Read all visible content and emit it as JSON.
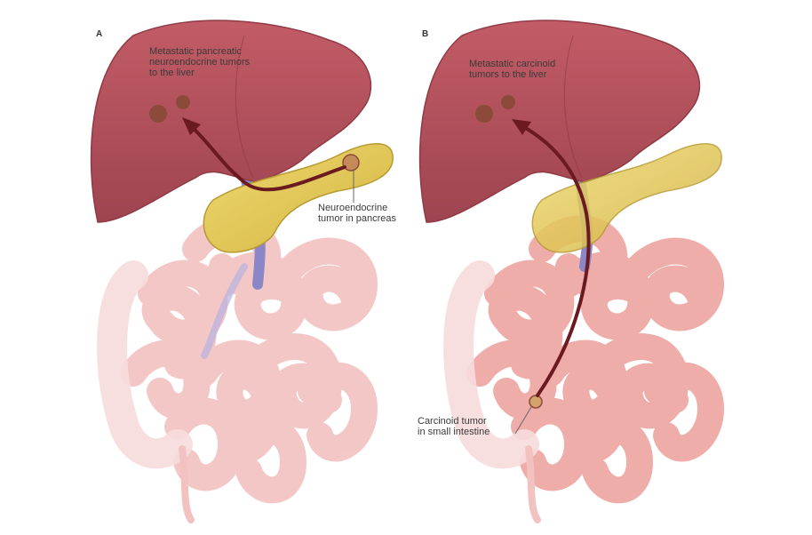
{
  "panels": [
    {
      "letter": "A",
      "liver_label": "Metastatic pancreatic\nneuroendocrine tumors\nto the liver",
      "primary_label": "Neuroendocrine\ntumor in pancreas"
    },
    {
      "letter": "B",
      "liver_label": "Metastatic carcinoid\ntumors to the liver",
      "primary_label": "Carcinoid tumor\nin small intestine"
    }
  ],
  "colors": {
    "liver": "#b6505a",
    "liver_dark": "#8f3a44",
    "pancreas": "#e6cd5a",
    "intestine": "#f2c2c0",
    "intestine_b": "#eea9a4",
    "vessel": "#8a86c8",
    "arrow": "#6b1a1f",
    "tumor": "#8b4a3a"
  }
}
